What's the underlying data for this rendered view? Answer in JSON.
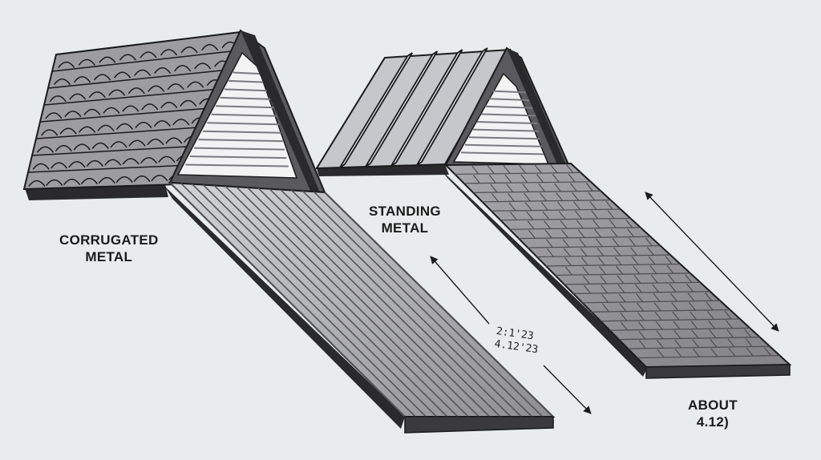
{
  "labels": {
    "corrugated": [
      "CORRUGATED",
      "METAL"
    ],
    "standing": [
      "STANDING",
      "METAL"
    ],
    "pitch_marks": [
      "2:1'23",
      "4.12'23"
    ],
    "about": [
      "ABOUT",
      "4.12)"
    ]
  },
  "colors": {
    "background": "#e9ecec",
    "outline": "#1b1b1b",
    "metal_light": "#d9dadd",
    "metal_mid": "#a9a9ad",
    "metal_dark": "#6f6f74",
    "shingle": "#8f8f94"
  }
}
